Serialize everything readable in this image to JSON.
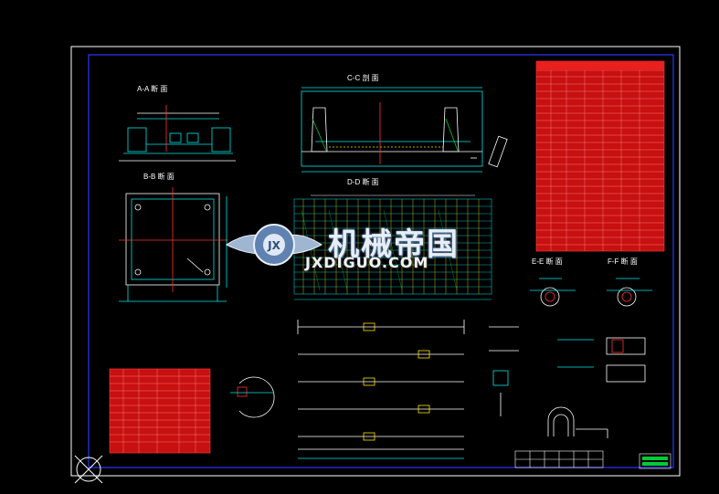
{
  "sections": {
    "aa": "A-A 断 面",
    "bb": "B-B 断 面",
    "cc": "C-C 剖 面",
    "dd": "D-D 断 面",
    "ee": "E-E 断 面",
    "ff": "F-F 断 面"
  },
  "watermark": {
    "title": "机械帝国",
    "subtitle": "JXDIGUO.COM"
  },
  "colors": {
    "frame": "#ffffff",
    "inner_border": "#2a36ff",
    "lines": "#00e5e5",
    "table": "#e01010",
    "watermark_text": "#e8eef6",
    "badge": "#00cc33"
  },
  "icons": {
    "watermark_logo": "winged-gear-icon",
    "corner_mark": "crossed-circle-icon"
  }
}
